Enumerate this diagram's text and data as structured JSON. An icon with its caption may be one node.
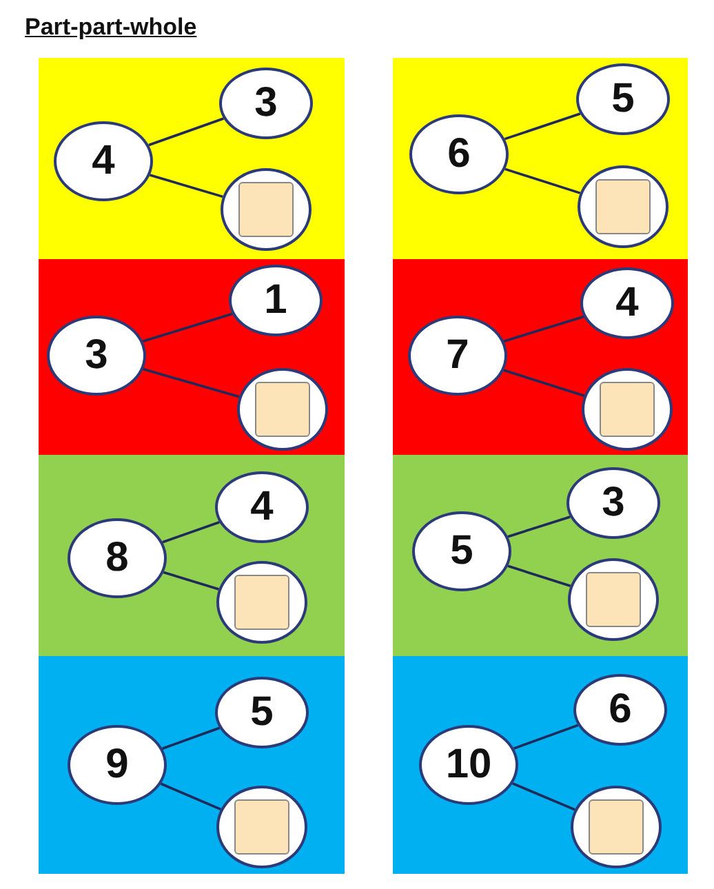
{
  "diagram": {
    "title": "Part-part-whole",
    "nodes": [
      {
        "text": [],
        "shape": "box"
      },
      {
        "text": [
          "4"
        ],
        "in": 0
      },
      {
        "text": [
          "3"
        ],
        "in": 0
      },
      {
        "text": [],
        "shape": "circle",
        "in": 0
      },
      {
        "text": [],
        "shape": "box"
      },
      {
        "text": [
          "6"
        ],
        "in": 4
      },
      {
        "text": [
          "5"
        ],
        "in": 4
      },
      {
        "text": [],
        "shape": "circle",
        "in": 4
      },
      {
        "text": [],
        "shape": "box"
      },
      {
        "text": [
          "3"
        ],
        "in": 8
      },
      {
        "text": [
          "1"
        ],
        "in": 8
      },
      {
        "text": [],
        "shape": "circle",
        "in": 8
      },
      {
        "text": [],
        "shape": "box"
      },
      {
        "text": [
          "7"
        ],
        "in": 12
      },
      {
        "text": [
          "4"
        ],
        "in": 12
      },
      {
        "text": [],
        "shape": "circle",
        "in": 12
      },
      {
        "text": [],
        "shape": "box"
      },
      {
        "text": [
          "8"
        ],
        "in": 16
      },
      {
        "text": [
          "4"
        ],
        "in": 16
      },
      {
        "text": [],
        "shape": "circle",
        "in": 16
      },
      {
        "text": [],
        "shape": "box"
      },
      {
        "text": [
          "5"
        ],
        "in": 20
      },
      {
        "text": [
          "3"
        ],
        "in": 20
      },
      {
        "text": [],
        "shape": "circle",
        "in": 20
      },
      {
        "text": [],
        "shape": "box"
      },
      {
        "text": [
          "9"
        ],
        "in": 24
      },
      {
        "text": [
          "5"
        ],
        "in": 24
      },
      {
        "text": [],
        "shape": "circle",
        "in": 24
      },
      {
        "text": [],
        "shape": "box"
      },
      {
        "text": [
          "10"
        ],
        "in": 28
      },
      {
        "text": [
          "6"
        ],
        "in": 28
      },
      {
        "text": [],
        "shape": "circle",
        "in": 28
      }
    ],
    "edges": [
      {
        "from": 1,
        "to": 2,
        "arrow": "none"
      },
      {
        "from": 1,
        "to": 3,
        "arrow": "none"
      },
      {
        "from": 5,
        "to": 6,
        "arrow": "none"
      },
      {
        "from": 5,
        "to": 7,
        "arrow": "none"
      },
      {
        "from": 9,
        "to": 10,
        "arrow": "none"
      },
      {
        "from": 9,
        "to": 11,
        "arrow": "none"
      },
      {
        "from": 13,
        "to": 14,
        "arrow": "none"
      },
      {
        "from": 13,
        "to": 15,
        "arrow": "none"
      },
      {
        "from": 17,
        "to": 18,
        "arrow": "none"
      },
      {
        "from": 17,
        "to": 19,
        "arrow": "none"
      },
      {
        "from": 21,
        "to": 22,
        "arrow": "none"
      },
      {
        "from": 21,
        "to": 23,
        "arrow": "none"
      },
      {
        "from": 25,
        "to": 26,
        "arrow": "none"
      },
      {
        "from": 25,
        "to": 27,
        "arrow": "none"
      },
      {
        "from": 29,
        "to": 30,
        "arrow": "none"
      },
      {
        "from": 29,
        "to": 31,
        "arrow": "none"
      }
    ]
  }
}
